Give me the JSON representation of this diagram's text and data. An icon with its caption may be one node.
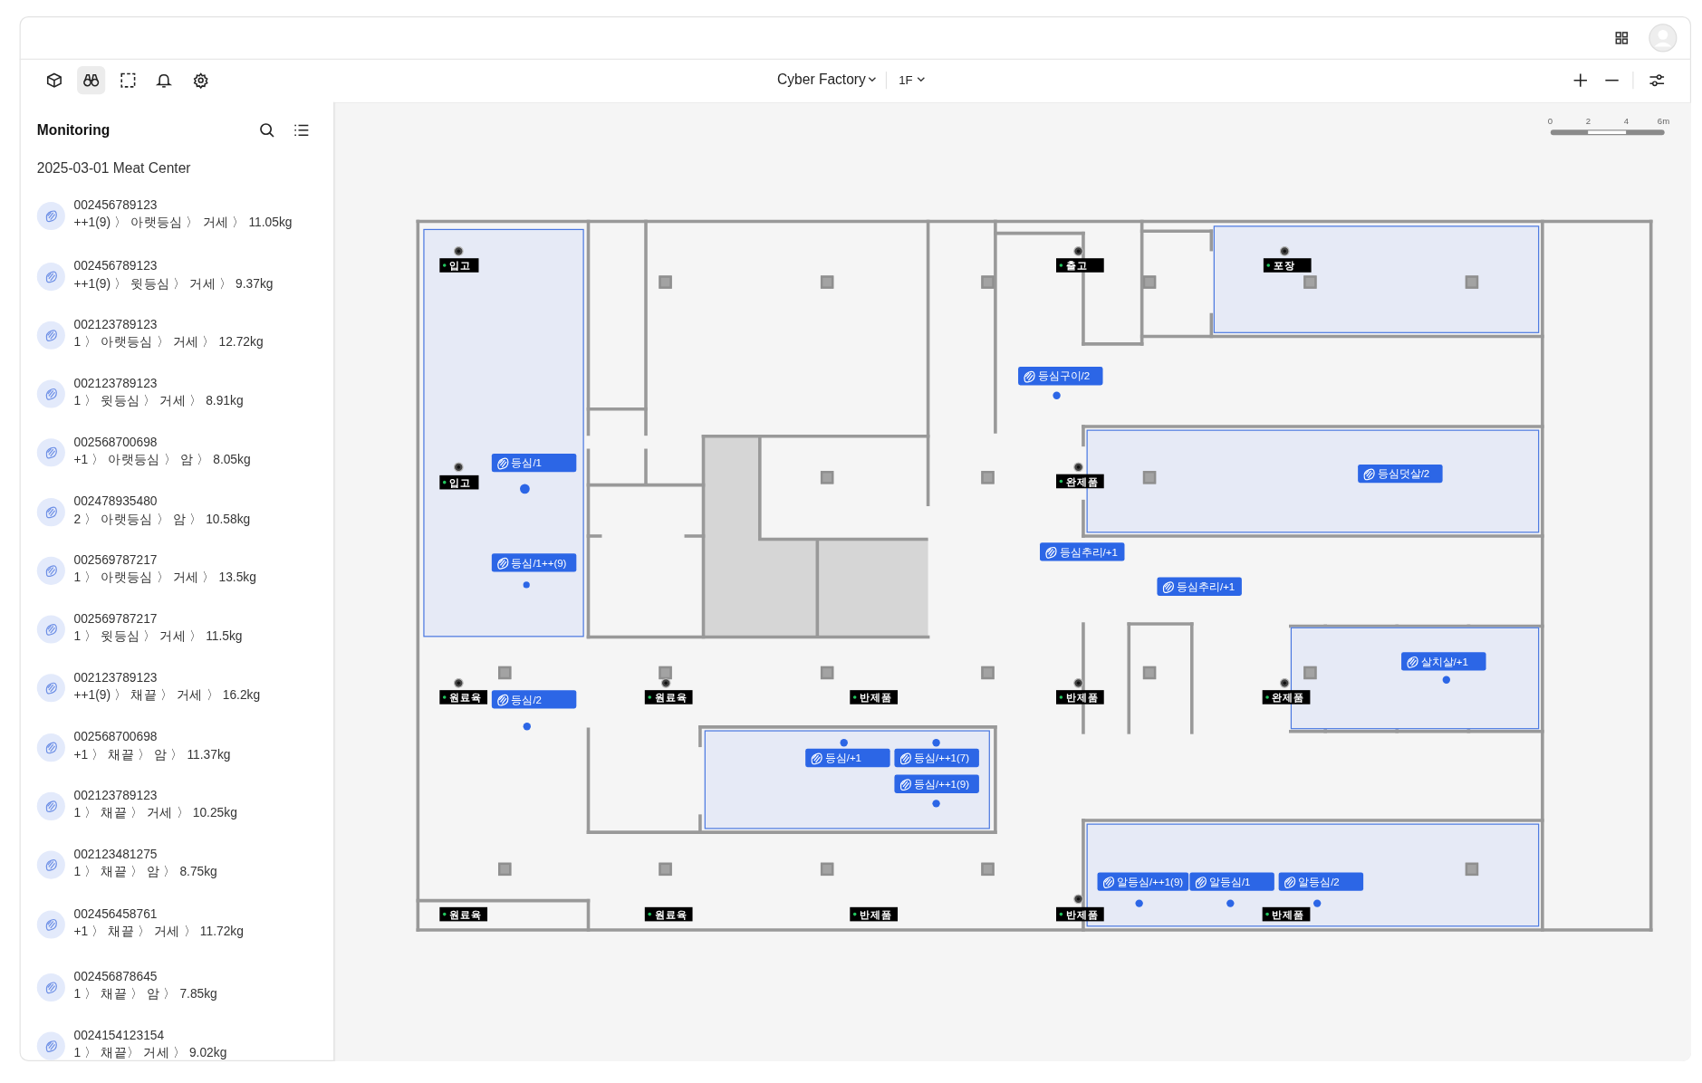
{
  "diagram": {
    "nodes": [
      {
        "text": [],
        "shape": "box"
      },
      {
        "text": [
          "입고"
        ],
        "in": 0
      },
      {
        "text": [
          "입고"
        ],
        "in": 0
      },
      {
        "text": [
          "등심/1"
        ],
        "in": 0
      },
      {
        "text": [
          "등심/1++(9)"
        ],
        "in": 0
      },
      {
        "text": [
          "출고"
        ]
      },
      {
        "text": [],
        "shape": "box"
      },
      {
        "text": [
          "포장"
        ],
        "in": 6
      },
      {
        "text": [
          "등심구이/2"
        ]
      },
      {
        "text": [],
        "shape": "box"
      },
      {
        "text": [
          "완제품"
        ]
      },
      {
        "text": [
          "등심덧살/2"
        ],
        "in": 9
      },
      {
        "text": [
          "등심추리/+1"
        ]
      },
      {
        "text": [
          "등심추리/+1"
        ]
      },
      {
        "text": [],
        "shape": "box"
      },
      {
        "text": [
          "살치살/+1"
        ],
        "in": 14
      },
      {
        "text": [
          "원료육"
        ]
      },
      {
        "text": [
          "등심/2"
        ]
      },
      {
        "text": [
          "원료육"
        ]
      },
      {
        "text": [
          "반제품"
        ]
      },
      {
        "text": [
          "반제품"
        ]
      },
      {
        "text": [
          "완제품"
        ]
      },
      {
        "text": [],
        "shape": "box"
      },
      {
        "text": [
          "등심/+1"
        ],
        "in": 22
      },
      {
        "text": [
          "등심/++1(7)"
        ],
        "in": 22
      },
      {
        "text": [
          "등심/++1(9)"
        ],
        "in": 22
      },
      {
        "text": [],
        "shape": "box"
      },
      {
        "text": [
          "알등심/++1(9)"
        ],
        "in": 26
      },
      {
        "text": [
          "알등심/1"
        ],
        "in": 26
      },
      {
        "text": [
          "알등심/2"
        ],
        "in": 26
      },
      {
        "text": [
          "원료육"
        ]
      },
      {
        "text": [
          "원료육"
        ]
      },
      {
        "text": [
          "반제품"
        ]
      },
      {
        "text": [
          "반제품"
        ]
      },
      {
        "text": [
          "반제품"
        ],
        "in": 26
      }
    ],
    "labels": [
      "Cyber Factory",
      "1F",
      "0",
      "2",
      "4",
      "6m",
      "Monitoring",
      "2025-03-01 Meat Center",
      "002456789123",
      "++1(9) 〉 아랫등심 〉 거세 〉 11.05kg",
      "002456789123",
      "++1(9) 〉 윗등심 〉 거세 〉 9.37kg",
      "002123789123",
      "1 〉 아랫등심 〉 거세 〉 12.72kg",
      "002123789123",
      "1 〉 윗등심 〉 거세 〉 8.91kg",
      "002568700698",
      "+1 〉 아랫등심 〉 암 〉 8.05kg",
      "002478935480",
      "2 〉 아랫등심 〉 암 〉 10.58kg",
      "002569787217",
      "1 〉 아랫등심 〉 거세 〉 13.5kg",
      "002569787217",
      "1 〉 윗등심 〉 거세 〉 11.5kg",
      "002123789123",
      "++1(9) 〉 채끝 〉 거세 〉 16.2kg",
      "002568700698",
      "+1 〉 채끝 〉 암 〉 11.37kg",
      "002123789123",
      "1 〉 채끝 〉 거세 〉 10.25kg",
      "002123481275",
      "1 〉 채끝 〉 암 〉 8.75kg",
      "002456458761",
      "+1 〉 채끝 〉 거세 〉 11.72kg",
      "002456878645",
      "1 〉 채끝 〉 암 〉 7.85kg",
      "0024154123154",
      "1 〉 채끝〉 거세 〉 9.02kg"
    ]
  }
}
